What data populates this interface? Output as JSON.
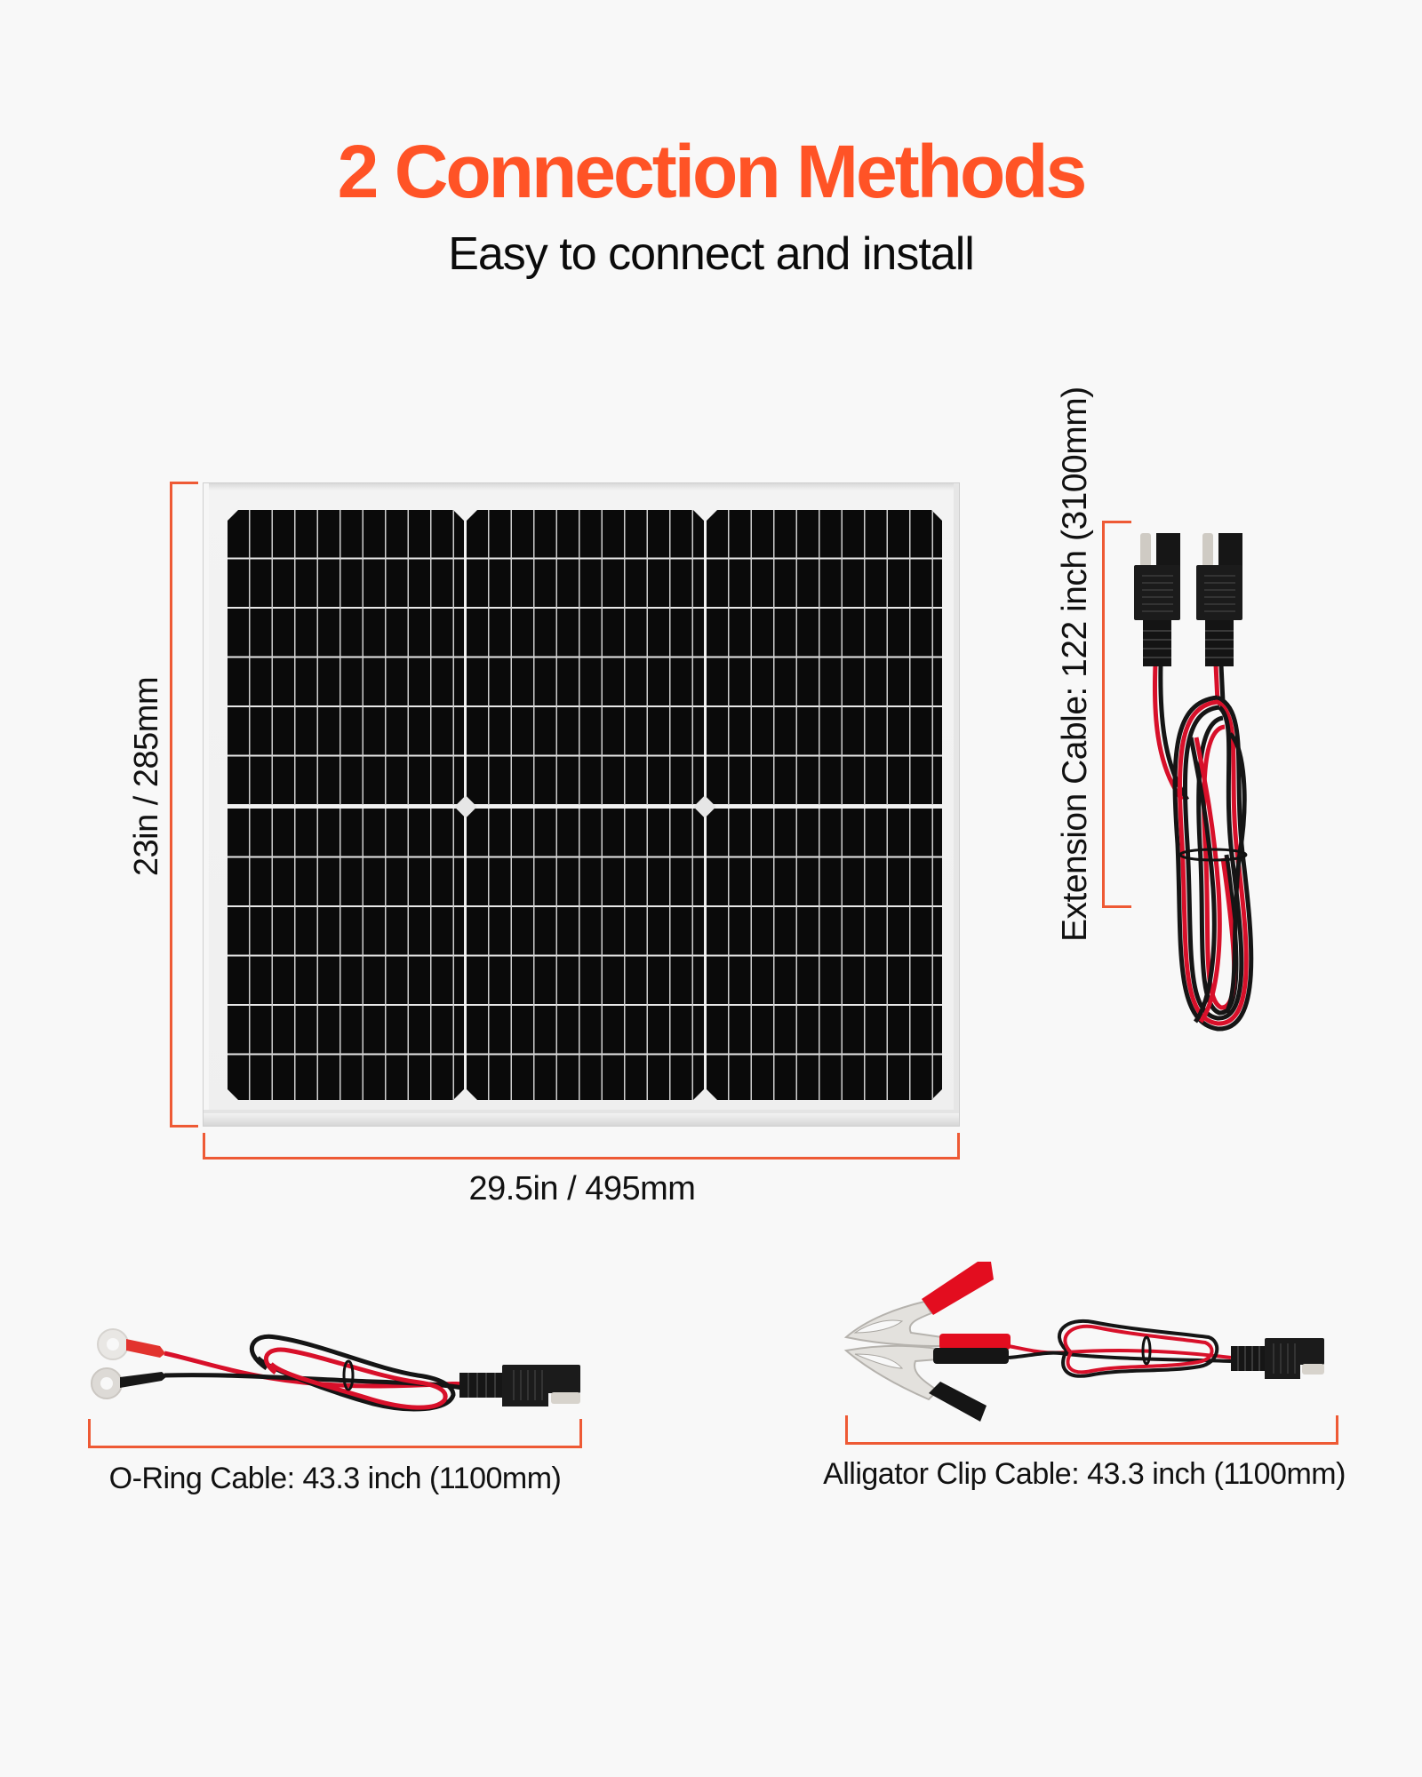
{
  "header": {
    "title": "2 Connection Methods",
    "subtitle": "Easy to connect and install"
  },
  "colors": {
    "accent": "#FF5326",
    "bracket": "#EE5A35",
    "background": "#F8F8F8",
    "text": "#111111",
    "cable_red": "#D8102A",
    "cable_black": "#151515"
  },
  "solar_panel": {
    "width_label": "29.5in / 495mm",
    "height_label": "23in / 285mm"
  },
  "cables": [
    {
      "id": "extension",
      "label": "Extension Cable: 122 inch (3100mm)"
    },
    {
      "id": "o-ring",
      "label": "O-Ring Cable: 43.3 inch (1100mm)"
    },
    {
      "id": "alligator",
      "label": "Alligator Clip Cable: 43.3 inch (1100mm)"
    }
  ]
}
